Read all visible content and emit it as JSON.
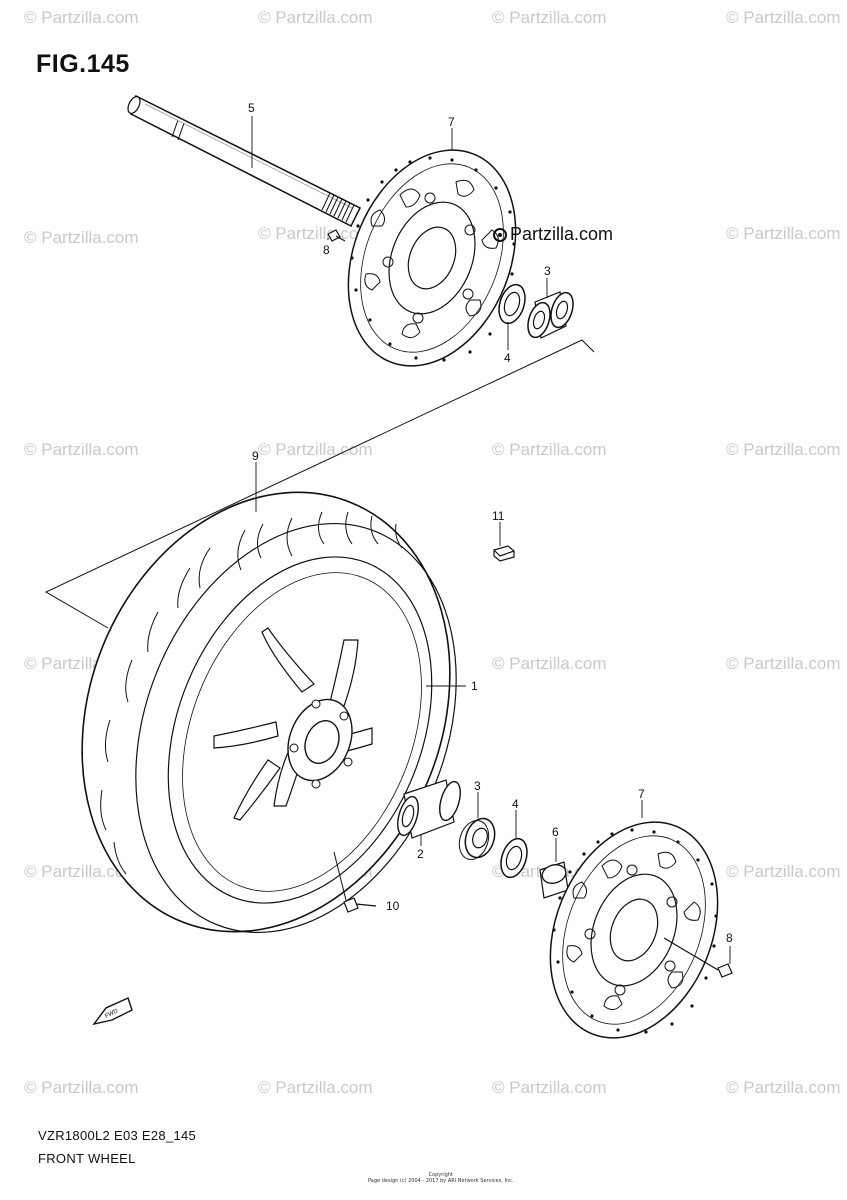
{
  "figure": {
    "title": "FIG.145",
    "model_code": "VZR1800L2 E03 E28_145",
    "caption": "FRONT WHEEL",
    "copyright_line1": "Copyright",
    "copyright_line2": "Page design (c) 2004 - 2017 by ARI Network Services, Inc."
  },
  "watermark": {
    "text": "© Partzilla.com"
  },
  "logo": {
    "text": "Partzilla.com",
    "icon": "partzilla-logo-icon"
  },
  "fwd_marker": {
    "text": "FWD",
    "icon": "forward-arrow-icon"
  },
  "callouts": [
    {
      "id": "callout-5",
      "label": "5",
      "part": "front axle"
    },
    {
      "id": "callout-7a",
      "label": "7",
      "part": "brake disc"
    },
    {
      "id": "callout-8a",
      "label": "8",
      "part": "disc bolt"
    },
    {
      "id": "callout-3a",
      "label": "3",
      "part": "bearing"
    },
    {
      "id": "callout-4a",
      "label": "4",
      "part": "oil seal"
    },
    {
      "id": "callout-9",
      "label": "9",
      "part": "tire"
    },
    {
      "id": "callout-11",
      "label": "11",
      "part": "balancer weight"
    },
    {
      "id": "callout-1",
      "label": "1",
      "part": "wheel"
    },
    {
      "id": "callout-3b",
      "label": "3",
      "part": "bearing"
    },
    {
      "id": "callout-4b",
      "label": "4",
      "part": "oil seal"
    },
    {
      "id": "callout-6",
      "label": "6",
      "part": "spacer"
    },
    {
      "id": "callout-2",
      "label": "2",
      "part": "spacer"
    },
    {
      "id": "callout-10",
      "label": "10",
      "part": "valve"
    },
    {
      "id": "callout-7b",
      "label": "7",
      "part": "brake disc"
    },
    {
      "id": "callout-8b",
      "label": "8",
      "part": "disc bolt"
    }
  ]
}
